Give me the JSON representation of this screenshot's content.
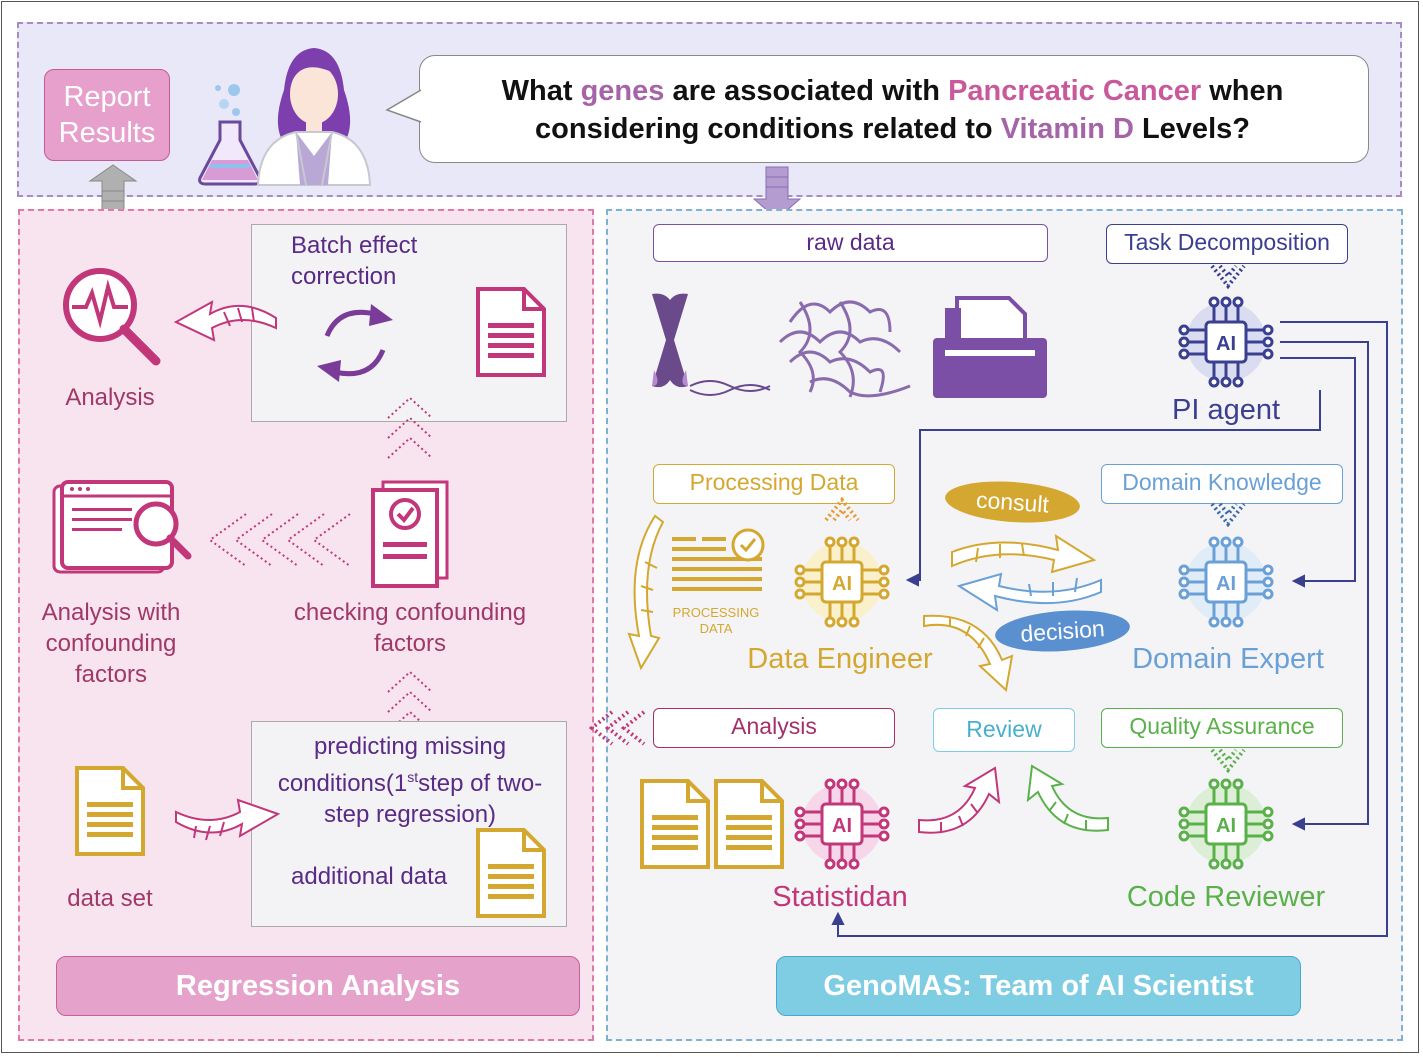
{
  "report": {
    "label": "Report Results"
  },
  "question": {
    "part1": "What ",
    "genes": "genes",
    "part2": " are associated with ",
    "disease": "Pancreatic Cancer",
    "part3": " when considering conditions related to ",
    "factor": "Vitamin D",
    "part4": " Levels?"
  },
  "regression": {
    "batch_label": "Batch effect correction",
    "analysis_label": "Analysis",
    "analysis_confounding_label": "Analysis with confounding factors",
    "checking_label": "checking confounding factors",
    "predicting_label_pre": "predicting missing conditions(1",
    "predicting_sup": "st",
    "predicting_label_post": "step of two-step regression)",
    "additional_label": "additional data",
    "dataset_label": "data set",
    "footer": "Regression Analysis"
  },
  "team": {
    "raw_data": "raw data",
    "task_decomposition": "Task Decomposition",
    "pi_agent": "PI agent",
    "processing_data": "Processing Data",
    "processing_doc_text": "PROCESSING DATA",
    "data_engineer": "Data Engineer",
    "consult": "consult",
    "decision": "decision",
    "domain_knowledge": "Domain Knowledge",
    "domain_expert": "Domain Expert",
    "analysis": "Analysis",
    "review": "Review",
    "quality_assurance": "Quality Assurance",
    "statistician": "Statistidan",
    "code_reviewer": "Code Reviewer",
    "chip_label": "AI",
    "footer": "GenoMAS: Team of AI Scientist"
  },
  "colors": {
    "pink": "#c2377a",
    "purple": "#7b4fa6",
    "navy": "#3a3f8f",
    "gold": "#d4a830",
    "light_blue": "#6aa0d6",
    "green": "#5ab04a",
    "teal": "#4ab0c9"
  }
}
